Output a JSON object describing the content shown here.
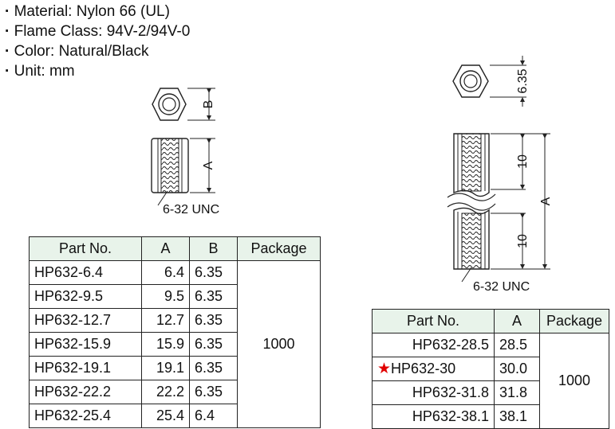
{
  "specs": [
    "Material: Nylon 66 (UL)",
    "Flame Class: 94V-2/94V-0",
    "Color: Natural/Black",
    "Unit: mm"
  ],
  "left_drawing": {
    "dim_b": "B",
    "dim_a": "A",
    "thread": "6-32 UNC"
  },
  "right_drawing": {
    "dim_hex": "6.35",
    "dim_top": "10",
    "dim_bottom": "10",
    "dim_a": "A",
    "thread": "6-32 UNC"
  },
  "table1": {
    "headers": [
      "Part No.",
      "A",
      "B",
      "Package"
    ],
    "package": "1000",
    "rows": [
      {
        "part": "HP632-6.4",
        "a": "6.4",
        "b": "6.35"
      },
      {
        "part": "HP632-9.5",
        "a": "9.5",
        "b": "6.35"
      },
      {
        "part": "HP632-12.7",
        "a": "12.7",
        "b": "6.35"
      },
      {
        "part": "HP632-15.9",
        "a": "15.9",
        "b": "6.35"
      },
      {
        "part": "HP632-19.1",
        "a": "19.1",
        "b": "6.35"
      },
      {
        "part": "HP632-22.2",
        "a": "22.2",
        "b": "6.35"
      },
      {
        "part": "HP632-25.4",
        "a": "25.4",
        "b": "6.4"
      }
    ]
  },
  "table2": {
    "headers": [
      "Part No.",
      "A",
      "Package"
    ],
    "package": "1000",
    "rows": [
      {
        "part": "HP632-28.5",
        "a": "28.5",
        "star": false
      },
      {
        "part": "HP632-30",
        "a": "30.0",
        "star": true
      },
      {
        "part": "HP632-31.8",
        "a": "31.8",
        "star": false
      },
      {
        "part": "HP632-38.1",
        "a": "38.1",
        "star": false
      }
    ],
    "star_symbol": "★"
  },
  "colors": {
    "header_bg": "#e8f3ea",
    "star": "#e10000",
    "line": "#222222"
  }
}
